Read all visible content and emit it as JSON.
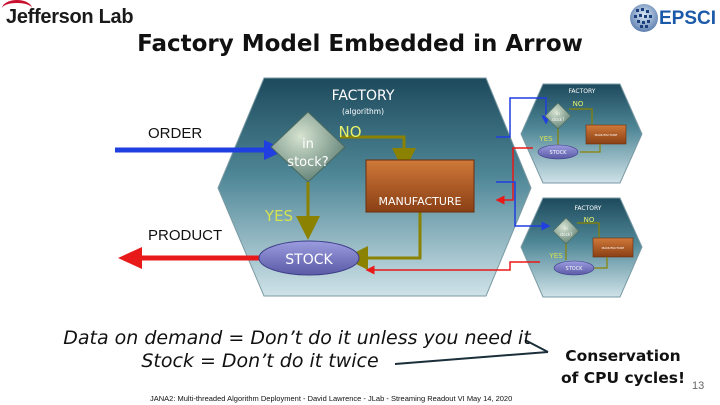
{
  "header": {
    "left_logo": "Jefferson Lab",
    "title": "Factory Model Embedded in Arrow",
    "right_logo": "EPSCI"
  },
  "main_diagram": {
    "factory_label": "FACTORY",
    "algorithm_label": "(algorithm)",
    "decision_label_line1": "in",
    "decision_label_line2": "stock?",
    "no_label": "NO",
    "yes_label": "YES",
    "manufacture_label": "MANUFACTURE",
    "stock_label": "STOCK",
    "order_label": "ORDER",
    "product_label": "PRODUCT"
  },
  "mini_factory_top": {
    "factory_label": "FACTORY",
    "no_label": "NO",
    "decision_label_line1": "in",
    "decision_label_line2": "stock?",
    "yes_label": "YES",
    "manufacture_label": "MANUFACTURE",
    "stock_label": "STOCK"
  },
  "mini_factory_bottom": {
    "factory_label": "FACTORY",
    "no_label": "NO",
    "decision_label_line1": "in",
    "decision_label_line2": "stock?",
    "yes_label": "YES",
    "manufacture_label": "MANUFACTURE",
    "stock_label": "STOCK"
  },
  "taglines": {
    "line1": "Data on demand = Don’t do it unless you need it",
    "line2": "Stock = Don’t do it twice"
  },
  "callout": {
    "line1": "Conservation",
    "line2": "of CPU cycles!"
  },
  "footer": {
    "text": "JANA2: Multi-threaded Algorithm Deployment -  David Lawrence - JLab - Streaming Readout VI May 14, 2020",
    "page_number": "13"
  },
  "colors": {
    "order_arrow": "#1f3fe0",
    "product_arrow": "#e81919",
    "hexagon_fill_top": "#1f4f62",
    "hexagon_fill_mid": "#6aa3b3",
    "flow_arrow": "#8a8200",
    "manufacture_fill": "#b45a22",
    "stock_fill": "#7070b8"
  }
}
